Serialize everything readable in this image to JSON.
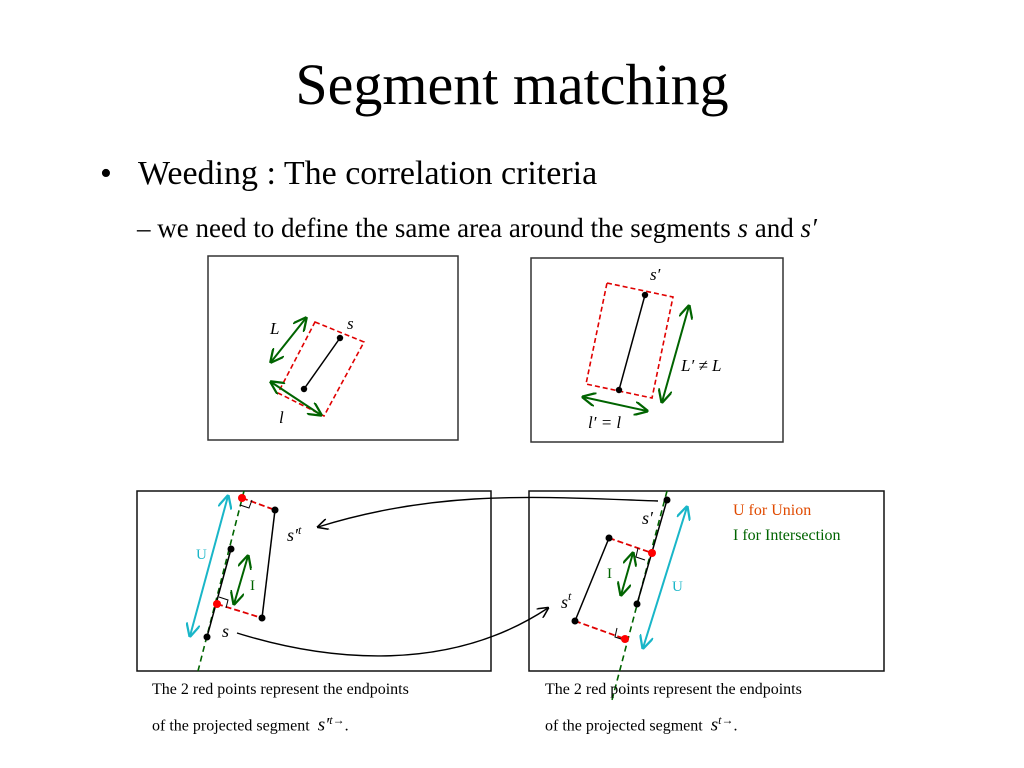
{
  "title": "Segment matching",
  "bullet": {
    "marker": "•",
    "text": "Weeding : The correlation criteria",
    "sub": {
      "dash": "–",
      "text": "we need to define the same area around the segments ",
      "s": "s",
      "and": " and ",
      "s_prime": "s′"
    }
  },
  "panels": {
    "top_left": {
      "label_L": "L",
      "label_s": "s",
      "label_l": "l"
    },
    "top_right": {
      "label_s_prime": "s′",
      "label_L_prime": "L′ ≠ L",
      "label_l_prime": "l′ = l"
    },
    "bottom_left": {
      "label_U": "U",
      "label_I": "I",
      "label_s_pt": "s′",
      "label_s_pt_sup": "t",
      "label_s": "s"
    },
    "bottom_right": {
      "label_s_prime": "s′",
      "label_s_t": "s",
      "label_s_t_sup": "t",
      "label_I": "I",
      "label_U": "U",
      "legend_union": "U for Union",
      "legend_intersection": "I for Intersection"
    }
  },
  "captions": {
    "left_line1": "The 2 red points represent the endpoints",
    "left_line2": "of the projected segment",
    "left_sym": "s′",
    "left_sup": "t→",
    "right_line1": "The 2 red points represent the endpoints",
    "right_line2": "of the projected segment",
    "right_sym": "s",
    "right_sup": "t→",
    "period": "."
  },
  "colors": {
    "dashed_rect": "#e00000",
    "dimension_arrow": "#006400",
    "union_arrow": "#19b6c8",
    "legend_union": "#e04a00",
    "legend_intersection": "#006400",
    "red_point": "#ff0000"
  }
}
